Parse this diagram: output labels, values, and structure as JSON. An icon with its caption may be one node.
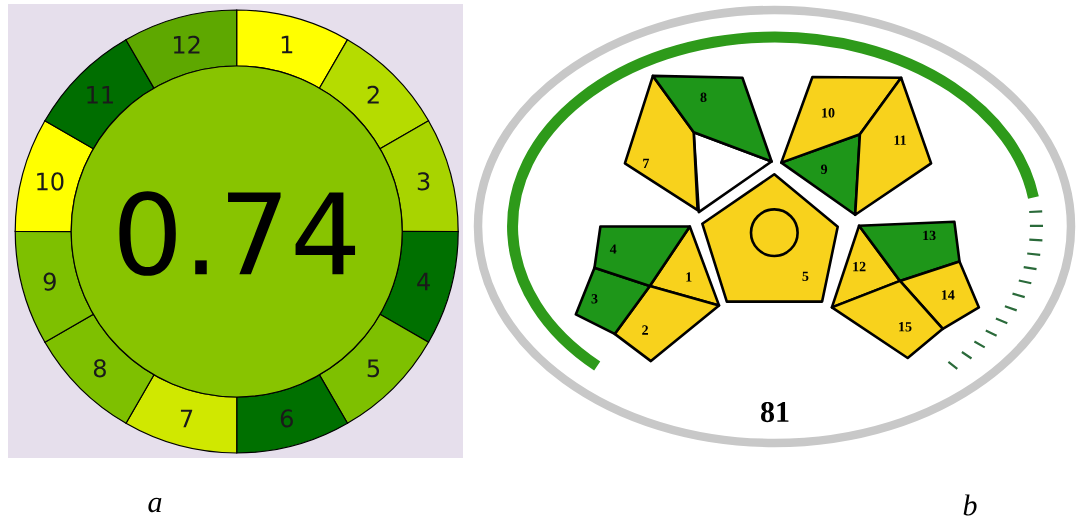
{
  "diagram": {
    "nodes": [
      {
        "text": [
          "1"
        ]
      },
      {
        "text": [
          "2"
        ]
      },
      {
        "text": [
          "3"
        ]
      },
      {
        "text": [
          "4"
        ]
      },
      {
        "text": [
          "5"
        ]
      },
      {
        "text": [
          "6"
        ]
      },
      {
        "text": [
          "7"
        ]
      },
      {
        "text": [
          "8"
        ]
      },
      {
        "text": [
          "9"
        ]
      },
      {
        "text": [
          "10"
        ]
      },
      {
        "text": [
          "11"
        ]
      },
      {
        "text": [
          "12"
        ]
      },
      {
        "text": [
          "0.74"
        ]
      },
      {
        "text": [
          "1"
        ]
      },
      {
        "text": [
          "2"
        ]
      },
      {
        "text": [
          "3"
        ]
      },
      {
        "text": [
          "4"
        ]
      },
      {
        "text": [
          "5"
        ]
      },
      {
        "text": [],
        "shape": "triangle"
      },
      {
        "text": [
          "7"
        ]
      },
      {
        "text": [
          "8"
        ]
      },
      {
        "text": [
          "9"
        ]
      },
      {
        "text": [
          "10"
        ]
      },
      {
        "text": [
          "11"
        ]
      },
      {
        "text": [
          "12"
        ]
      },
      {
        "text": [
          "13"
        ]
      },
      {
        "text": [
          "14"
        ]
      },
      {
        "text": [
          "15"
        ]
      }
    ],
    "labels": [
      "81",
      "a",
      "b"
    ]
  }
}
